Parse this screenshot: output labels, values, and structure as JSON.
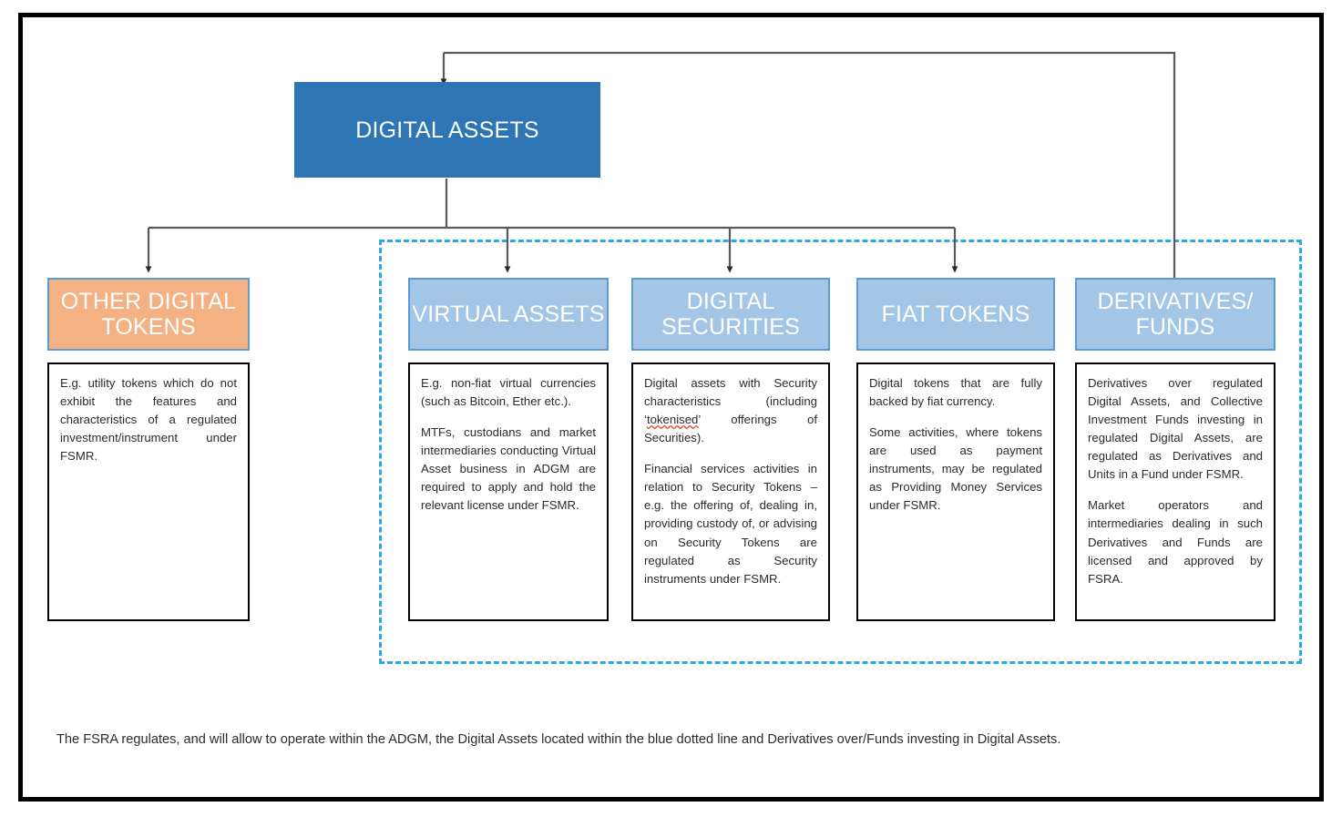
{
  "diagram": {
    "root": {
      "label": "DIGITAL ASSETS"
    },
    "colors": {
      "root_fill": "#2E75B6",
      "category_fill": "#A3C6E6",
      "category_border": "#5B9BD5",
      "other_tokens_fill": "#F4B183",
      "dashed_region_border": "#29ABE2",
      "frame_border": "#000000",
      "connector_line": "#595959",
      "spellcheck_underline": "#e8442f"
    },
    "categories": [
      {
        "id": "other-digital-tokens",
        "label": "OTHER DIGITAL TOKENS",
        "regulated": false,
        "paragraphs": [
          "E.g. utility tokens which do not exhibit the features and characteristics of a regulated investment/instrument under FSMR."
        ]
      },
      {
        "id": "virtual-assets",
        "label": "VIRTUAL ASSETS",
        "regulated": true,
        "paragraphs": [
          "E.g. non-fiat virtual currencies (such as Bitcoin, Ether etc.).",
          "MTFs, custodians and market intermediaries conducting Virtual Asset business in ADGM are required to apply and hold the relevant license under FSMR."
        ]
      },
      {
        "id": "digital-securities",
        "label": "DIGITAL SECURITIES",
        "regulated": true,
        "paragraph_1_pre": "Digital assets with Security characteristics (including ‘",
        "paragraph_1_spell": "tokenised",
        "paragraph_1_post": "’ offerings of Securities).",
        "paragraphs": [
          "Digital assets with Security characteristics (including ‘tokenised’ offerings of Securities).",
          "Financial services activities in relation to Security Tokens – e.g. the offering of, dealing in, providing custody of, or advising on Security Tokens are regulated as Security instruments under FSMR."
        ]
      },
      {
        "id": "fiat-tokens",
        "label": "FIAT TOKENS",
        "regulated": true,
        "paragraphs": [
          "Digital tokens that are fully backed by fiat currency.",
          "Some activities, where tokens are used as payment instruments, may be regulated as Providing Money Services under FSMR."
        ]
      },
      {
        "id": "derivatives-funds",
        "label": "DERIVATIVES/ FUNDS",
        "regulated": true,
        "paragraphs": [
          "Derivatives over regulated Digital Assets, and Collective Investment Funds investing in regulated Digital Assets, are regulated as Derivatives and Units in a Fund under FSMR.",
          "Market operators and intermediaries dealing in such Derivatives and Funds are licensed and approved by FSRA."
        ]
      }
    ],
    "caption": "The FSRA regulates, and will allow to operate within the ADGM, the Digital Assets located within the blue dotted line and Derivatives over/Funds investing in Digital Assets."
  }
}
